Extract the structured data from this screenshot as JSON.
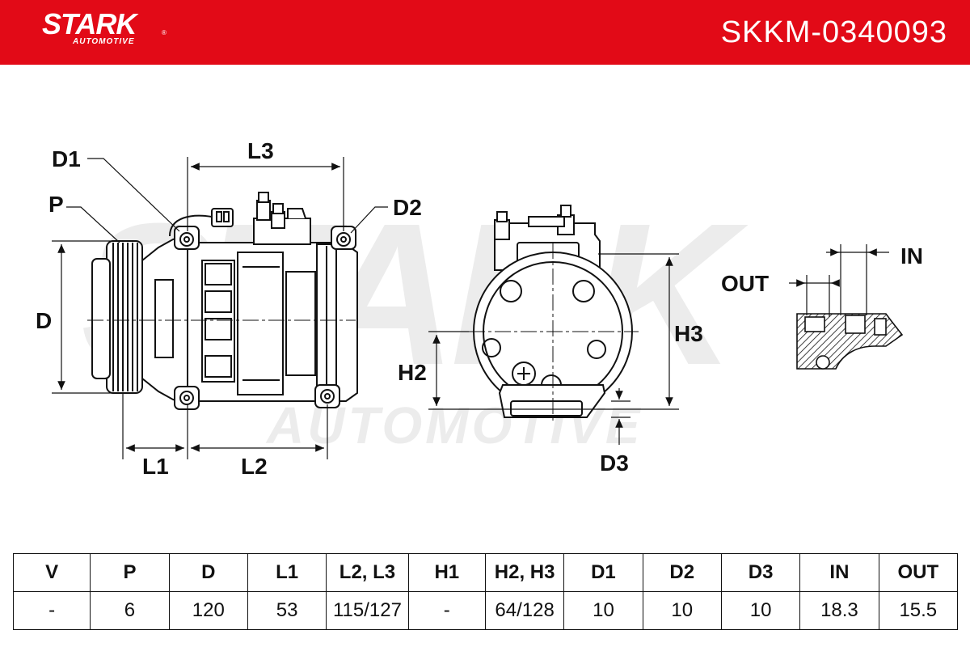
{
  "header": {
    "brand": "STARK",
    "brand_sub": "AUTOMOTIVE",
    "registered_mark": "®",
    "part_number": "SKKM-0340093",
    "color_accent": "#e20a17"
  },
  "watermark": {
    "main": "STARK",
    "sub": "AUTOMOTIVE"
  },
  "diagram_labels": {
    "D1": "D1",
    "P": "P",
    "D": "D",
    "L1": "L1",
    "L2": "L2",
    "L3": "L3",
    "D2": "D2",
    "H2": "H2",
    "H3": "H3",
    "D3": "D3",
    "IN": "IN",
    "OUT": "OUT"
  },
  "specs": {
    "headers": [
      "V",
      "P",
      "D",
      "L1",
      "L2, L3",
      "H1",
      "H2, H3",
      "D1",
      "D2",
      "D3",
      "IN",
      "OUT"
    ],
    "values": [
      "-",
      "6",
      "120",
      "53",
      "115/127",
      "-",
      "64/128",
      "10",
      "10",
      "10",
      "18.3",
      "15.5"
    ]
  }
}
